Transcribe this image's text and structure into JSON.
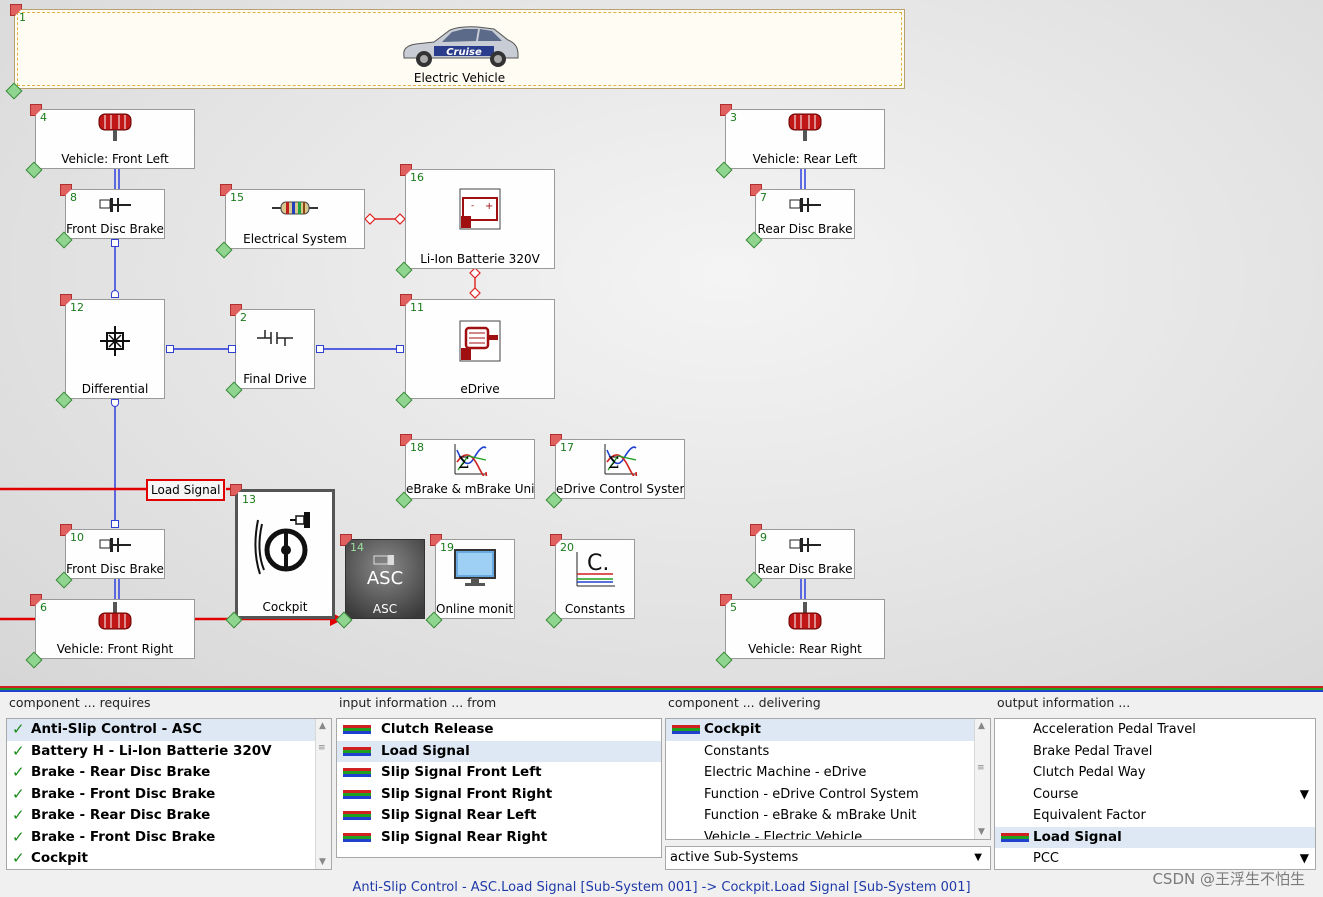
{
  "canvas": {
    "components": [
      {
        "id": "ev",
        "num": "1",
        "label": "Electric Vehicle",
        "icon": "car-icon"
      },
      {
        "id": "vfl",
        "num": "4",
        "label": "Vehicle: Front Left",
        "icon": "wheel-icon"
      },
      {
        "id": "fdb8",
        "num": "8",
        "label": "Front Disc Brake",
        "icon": "brake-icon"
      },
      {
        "id": "es",
        "num": "15",
        "label": "Electrical System",
        "icon": "resistor-icon"
      },
      {
        "id": "bat",
        "num": "16",
        "label": "Li-Ion Batterie 320V",
        "icon": "battery-icon"
      },
      {
        "id": "vrl",
        "num": "3",
        "label": "Vehicle: Rear Left",
        "icon": "wheel-icon"
      },
      {
        "id": "rdb7",
        "num": "7",
        "label": "Rear Disc Brake",
        "icon": "brake-icon"
      },
      {
        "id": "diff",
        "num": "12",
        "label": "Differential",
        "icon": "differential-icon"
      },
      {
        "id": "fd",
        "num": "2",
        "label": "Final Drive",
        "icon": "final-drive-icon"
      },
      {
        "id": "edrive",
        "num": "11",
        "label": "eDrive",
        "icon": "motor-icon"
      },
      {
        "id": "ebr",
        "num": "18",
        "label": "eBrake & mBrake Unit",
        "icon": "function-icon"
      },
      {
        "id": "edcs",
        "num": "17",
        "label": "eDrive Control System",
        "icon": "function-icon"
      },
      {
        "id": "cockpit",
        "num": "13",
        "label": "Cockpit",
        "icon": "steering-wheel-icon"
      },
      {
        "id": "fdb10",
        "num": "10",
        "label": "Front Disc Brake",
        "icon": "brake-icon"
      },
      {
        "id": "asc",
        "num": "14",
        "label": "ASC",
        "icon": "asc-icon",
        "icon_text": "ASC"
      },
      {
        "id": "mon",
        "num": "19",
        "label": "Online monitor",
        "icon": "monitor-icon"
      },
      {
        "id": "const",
        "num": "20",
        "label": "Constants",
        "icon": "constants-icon"
      },
      {
        "id": "rdb9",
        "num": "9",
        "label": "Rear Disc Brake",
        "icon": "brake-icon"
      },
      {
        "id": "vfr",
        "num": "6",
        "label": "Vehicle: Front Right",
        "icon": "wheel-icon"
      },
      {
        "id": "vrr",
        "num": "5",
        "label": "Vehicle: Rear Right",
        "icon": "wheel-icon"
      }
    ],
    "car_brand": "Cruise",
    "signal_label": "Load Signal",
    "colors": {
      "mech_link": "#2233dd",
      "elec_link": "#e02020",
      "signal": "#e00000",
      "number": "#1a7a1a"
    }
  },
  "panel": {
    "col1": {
      "header": "component ... requires",
      "items": [
        {
          "label": "Anti-Slip Control - ASC",
          "selected": true
        },
        {
          "label": "Battery H - Li-Ion Batterie 320V"
        },
        {
          "label": "Brake - Rear Disc Brake"
        },
        {
          "label": "Brake - Front Disc Brake"
        },
        {
          "label": "Brake - Rear Disc Brake"
        },
        {
          "label": "Brake - Front Disc Brake"
        },
        {
          "label": "Cockpit"
        }
      ]
    },
    "col2": {
      "header": "input information ... from",
      "items": [
        {
          "label": "Clutch Release"
        },
        {
          "label": "Load Signal",
          "selected": true
        },
        {
          "label": "Slip Signal Front Left"
        },
        {
          "label": "Slip Signal Front Right"
        },
        {
          "label": "Slip Signal Rear Left"
        },
        {
          "label": "Slip Signal Rear Right"
        }
      ]
    },
    "col3": {
      "header": "component ... delivering",
      "items": [
        {
          "label": "Cockpit",
          "selected": true,
          "bold": true,
          "badge": true
        },
        {
          "label": "Constants"
        },
        {
          "label": "Electric Machine - eDrive"
        },
        {
          "label": "Function - eDrive Control System"
        },
        {
          "label": "Function - eBrake & mBrake Unit"
        },
        {
          "label": "Vehicle - Electric Vehicle"
        }
      ],
      "dropdown": "active Sub-Systems"
    },
    "col4": {
      "header": "output information ...",
      "items": [
        {
          "label": "Acceleration Pedal Travel"
        },
        {
          "label": "Brake Pedal Travel"
        },
        {
          "label": "Clutch Pedal Way"
        },
        {
          "label": "Course"
        },
        {
          "label": "Equivalent Factor"
        },
        {
          "label": "Load Signal",
          "selected": true,
          "bold": true,
          "badge": true
        },
        {
          "label": "PCC"
        }
      ]
    },
    "status": "Anti-Slip Control - ASC.Load Signal [Sub-System 001] -> Cockpit.Load Signal [Sub-System 001]",
    "watermark": "CSDN @王浮生不怕生"
  }
}
